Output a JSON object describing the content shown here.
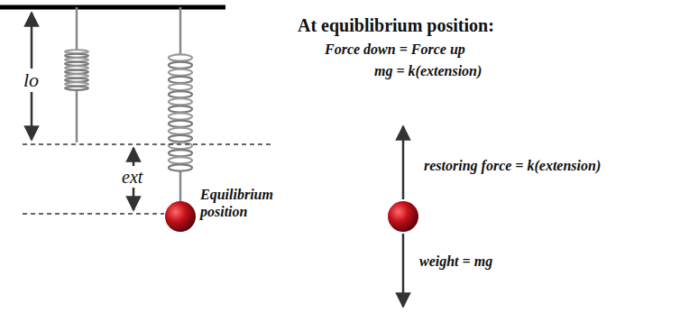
{
  "diagram": {
    "title": "At equiblibrium position:",
    "labels": [
      "lo",
      "ext",
      "Equilibrium position",
      "Force down = Force up",
      "mg = k(extension)",
      "restoring force = k(extension)",
      "weight = mg"
    ]
  }
}
